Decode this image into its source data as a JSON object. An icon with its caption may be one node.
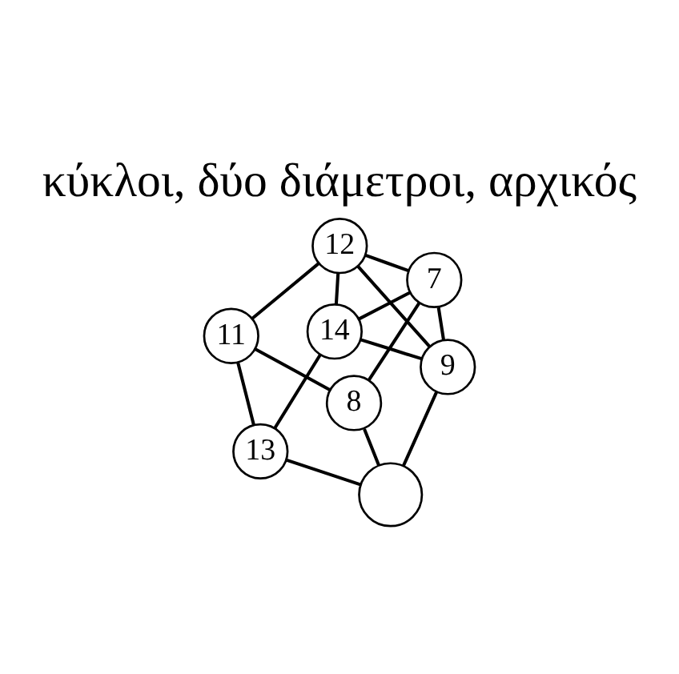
{
  "diagram": {
    "title": "κύκλοι, δύο διάμετροι, αρχικός",
    "nodes": [
      {
        "text": [
          "11"
        ]
      },
      {
        "text": [
          "12"
        ]
      },
      {
        "text": [
          "13"
        ]
      },
      {
        "text": [
          "14"
        ]
      },
      {
        "text": [
          "7"
        ]
      },
      {
        "text": [
          "8"
        ]
      },
      {
        "text": [
          "9"
        ]
      },
      {
        "text": [],
        "shape": "circle"
      }
    ],
    "edges": [
      {
        "from": 0,
        "to": 5,
        "arrow": "none"
      },
      {
        "from": 5,
        "to": 7,
        "arrow": "none"
      },
      {
        "from": 7,
        "to": 2,
        "arrow": "none"
      },
      {
        "from": 2,
        "to": 0,
        "arrow": "none"
      },
      {
        "from": 1,
        "to": 4,
        "arrow": "none"
      },
      {
        "from": 4,
        "to": 6,
        "arrow": "none"
      },
      {
        "from": 6,
        "to": 3,
        "arrow": "none"
      },
      {
        "from": 3,
        "to": 1,
        "arrow": "none"
      },
      {
        "from": 0,
        "to": 1,
        "arrow": "none"
      },
      {
        "from": 1,
        "to": 6,
        "arrow": "none"
      },
      {
        "from": 6,
        "to": 7,
        "arrow": "none"
      },
      {
        "from": 2,
        "to": 3,
        "arrow": "none"
      },
      {
        "from": 3,
        "to": 4,
        "arrow": "none"
      },
      {
        "from": 4,
        "to": 5,
        "arrow": "none"
      }
    ]
  }
}
